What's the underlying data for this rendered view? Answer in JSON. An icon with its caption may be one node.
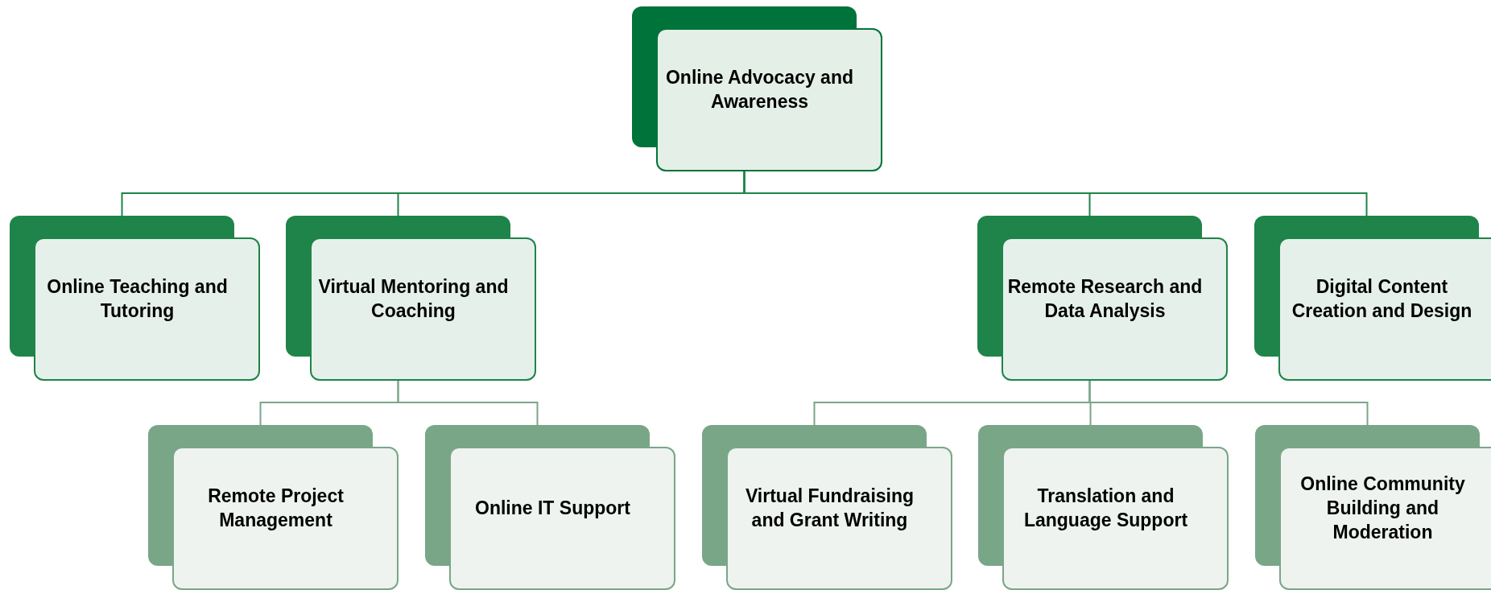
{
  "diagram": {
    "nodes": [
      {
        "text": [
          "Online Advocacy and Awareness"
        ]
      },
      {
        "text": [
          "Online Teaching and Tutoring"
        ]
      },
      {
        "text": [
          "Virtual Mentoring and Coaching"
        ]
      },
      {
        "text": [
          "Remote Research and Data Analysis"
        ]
      },
      {
        "text": [
          "Digital Content Creation and Design"
        ]
      },
      {
        "text": [
          "Remote Project Management"
        ]
      },
      {
        "text": [
          "Online IT Support"
        ]
      },
      {
        "text": [
          "Virtual Fundraising and Grant Writing"
        ]
      },
      {
        "text": [
          "Translation and Language Support"
        ]
      },
      {
        "text": [
          "Online Community Building and Moderation"
        ]
      }
    ],
    "edges": [
      {
        "from": 0,
        "to": 1,
        "arrow": "none",
        "color": "#1e8449"
      },
      {
        "from": 0,
        "to": 2,
        "arrow": "none",
        "color": "#1e8449"
      },
      {
        "from": 0,
        "to": 3,
        "arrow": "none",
        "color": "#1e8449"
      },
      {
        "from": 0,
        "to": 4,
        "arrow": "none",
        "color": "#1e8449"
      },
      {
        "from": 2,
        "to": 5,
        "arrow": "none"
      },
      {
        "from": 2,
        "to": 6,
        "arrow": "none"
      },
      {
        "from": 3,
        "to": 7,
        "arrow": "none"
      },
      {
        "from": 3,
        "to": 8,
        "arrow": "none"
      },
      {
        "from": 3,
        "to": 9,
        "arrow": "none"
      }
    ]
  }
}
